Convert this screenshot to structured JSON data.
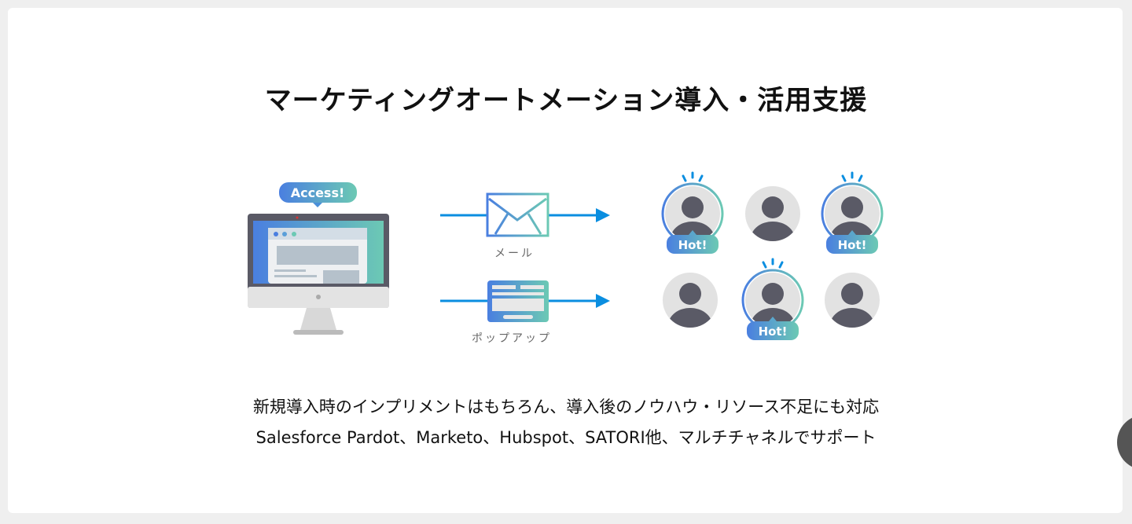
{
  "title": "マーケティングオートメーション導入・活用支援",
  "illustration": {
    "access_badge": "Access!",
    "mail_label": "メール",
    "popup_label": "ポップアップ",
    "hot_badge": "Hot!"
  },
  "description": {
    "line1": "新規導入時のインプリメントはもちろん、導入後のノウハウ・リソース不足にも対応",
    "line2": "Salesforce Pardot、Marketo、Hubspot、SATORI他、マルチチャネルでサポート"
  }
}
